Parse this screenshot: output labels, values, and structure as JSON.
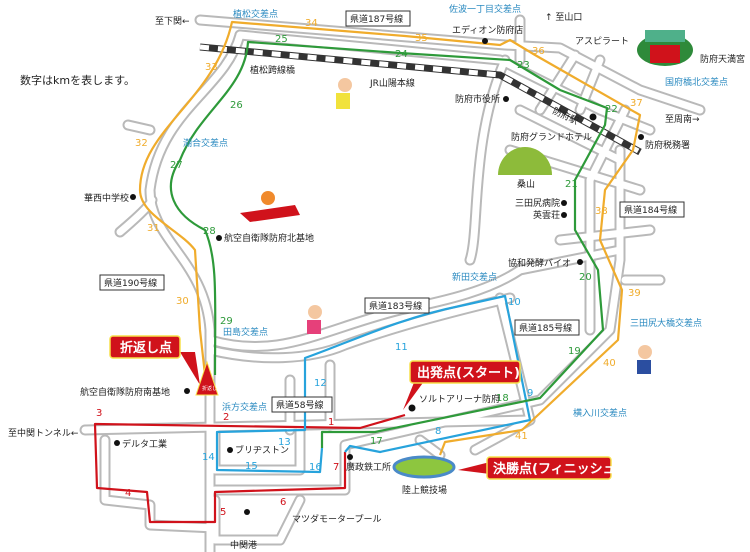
{
  "note": "数字はkmを表します。",
  "directions": {
    "shimonoseki": "至下関←",
    "yamaguchi": "↑ 至山口",
    "shunan": "至周南→",
    "nakanoseki_tunnel": "至中関トンネル←",
    "nakanoseki_port": "中関港"
  },
  "intersections": {
    "uematsu": "植松交差点",
    "shioai": "潮合交差点",
    "tajima": "田島交差点",
    "hamakata": "浜方交差点",
    "shinden": "新田交差点",
    "mitajiri_ohashi": "三田尻大橋交差点",
    "yokoirikawa": "横入川交差点",
    "saba1": "佐波一丁目交差点",
    "kokufubashi": "国府橋北交差点"
  },
  "roads": {
    "r187": "県道187号線",
    "r190": "県道190号線",
    "r183": "県道183号線",
    "r185": "県道185号線",
    "r184": "県道184号線",
    "r58": "県道58号線",
    "jr": "JR山陽本線",
    "uematsu_bridge": "植松跨線橋",
    "hofu_station": "防府駅"
  },
  "landmarks": {
    "aeon": "エディオン防府店",
    "aspirat": "アスピラート",
    "tenmangu": "防府天満宮",
    "city_hall": "防府市役所",
    "grand_hotel": "防府グランドホテル",
    "tax_office": "防府税務署",
    "kuwayama": "桑山",
    "hospital": "三田尻病院",
    "eiunso": "英雲荘",
    "kyowa": "協和発酵バイオ",
    "kase_school": "華西中学校",
    "north_base": "航空自衛隊防府北基地",
    "south_base": "航空自衛隊防府南基地",
    "delta": "デルタ工業",
    "bridgestone": "ブリヂストン",
    "hiromasa": "廣政鉄工所",
    "mazda": "マツダモータープール",
    "soltarena": "ソルトアリーナ防府",
    "stadium": "陸上競技場"
  },
  "callouts": {
    "turnaround": "折返し点",
    "turn_sign": "折返し",
    "start": "出発点(スタート)",
    "finish": "決勝点(フィニッシュ)"
  },
  "km": {
    "red": [
      "1",
      "2",
      "3",
      "4",
      "5",
      "6",
      "7"
    ],
    "blue": [
      "8",
      "9",
      "10",
      "11",
      "12",
      "13",
      "14",
      "15",
      "16"
    ],
    "green": [
      "17",
      "18",
      "19",
      "20",
      "21",
      "22",
      "23",
      "24",
      "25",
      "26",
      "27",
      "28",
      "29"
    ],
    "orange": [
      "30",
      "31",
      "32",
      "33",
      "34",
      "35",
      "36",
      "37",
      "38",
      "39",
      "40",
      "41"
    ]
  },
  "colors": {
    "red": "#d0121b",
    "blue": "#27a3dc",
    "green": "#2e9a3a",
    "orange": "#f0ac2c",
    "label_blue": "#2a8ac0"
  }
}
